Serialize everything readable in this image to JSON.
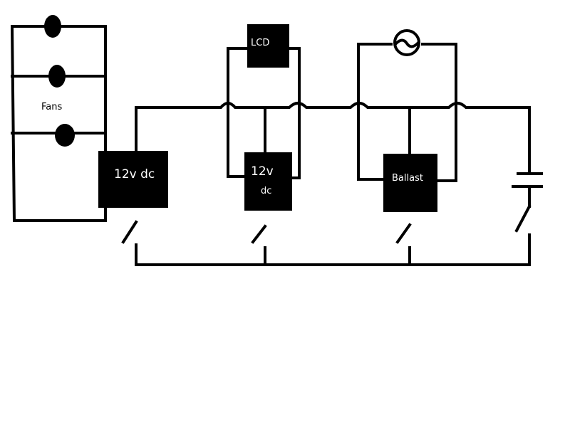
{
  "diagram": {
    "fans_label": "Fans",
    "lcd_label": "LCD",
    "psu1_label": "12v dc",
    "psu2_label_line1": "12v",
    "psu2_label_line2": "dc",
    "ballast_label": "Ballast"
  }
}
